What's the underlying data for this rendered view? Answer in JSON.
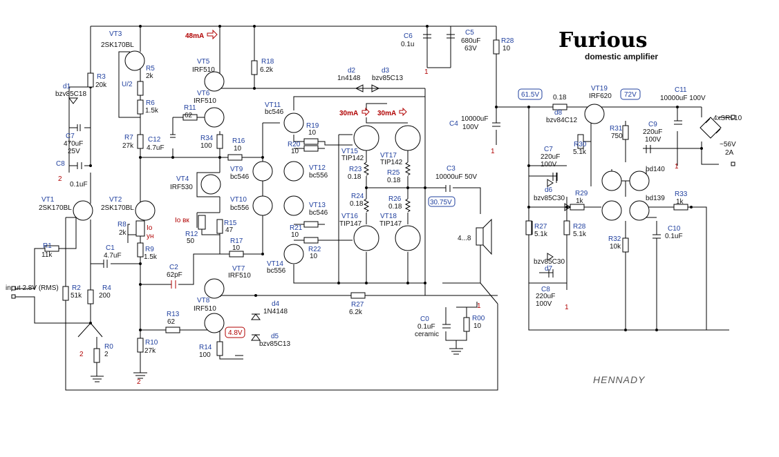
{
  "title": "Furious",
  "subtitle": "domestic amplifier",
  "author": "HENNADY",
  "transistors": {
    "VT1": {
      "label": "VT1",
      "value": "2SK170BL"
    },
    "VT2": {
      "label": "VT2",
      "value": "2SK170BL"
    },
    "VT3": {
      "label": "VT3",
      "value": "2SK170BL"
    },
    "VT4": {
      "label": "VT4",
      "value": "IRF530"
    },
    "VT5": {
      "label": "VT5",
      "value": "IRF510"
    },
    "VT6": {
      "label": "VT6",
      "value": "IRF510"
    },
    "VT7": {
      "label": "VT7",
      "value": "IRF510"
    },
    "VT8": {
      "label": "VT8",
      "value": "IRF510"
    },
    "VT9": {
      "label": "VT9",
      "value": "bc546"
    },
    "VT10": {
      "label": "VT10",
      "value": "bc556"
    },
    "VT11": {
      "label": "VT11",
      "value": "bc546"
    },
    "VT12": {
      "label": "VT12",
      "value": "bc556"
    },
    "VT13": {
      "label": "VT13",
      "value": "bc546"
    },
    "VT14": {
      "label": "VT14",
      "value": "bc556"
    },
    "VT15": {
      "label": "VT15",
      "value": "TIP142"
    },
    "VT16": {
      "label": "VT16",
      "value": "TIP147"
    },
    "VT17": {
      "label": "VT17",
      "value": "TIP142"
    },
    "VT18": {
      "label": "VT18",
      "value": "TIP147"
    },
    "VT19": {
      "label": "VT19",
      "value": "IRF620"
    },
    "bd140": {
      "label": "bd140"
    },
    "bd139": {
      "label": "bd139"
    }
  },
  "resistors": {
    "R0": {
      "label": "R0",
      "value": "2"
    },
    "R00": {
      "label": "R00",
      "value": "10"
    },
    "R1": {
      "label": "R1",
      "value": "11k"
    },
    "R2": {
      "label": "R2",
      "value": "51k"
    },
    "R3": {
      "label": "R3",
      "value": "20k"
    },
    "R4": {
      "label": "R4",
      "value": "200"
    },
    "R5": {
      "label": "R5",
      "value": "2k"
    },
    "R6": {
      "label": "R6",
      "value": "1.5k"
    },
    "R7": {
      "label": "R7",
      "value": "27k"
    },
    "R8": {
      "label": "R8",
      "value": "2k"
    },
    "R9": {
      "label": "R9",
      "value": "1.5k"
    },
    "R10": {
      "label": "R10",
      "value": "27k"
    },
    "R11": {
      "label": "R11",
      "value": "62"
    },
    "R12": {
      "label": "R12",
      "value": "50"
    },
    "R13": {
      "label": "R13",
      "value": "62"
    },
    "R14": {
      "label": "R14",
      "value": "100"
    },
    "R15": {
      "label": "R15",
      "value": "47"
    },
    "R16": {
      "label": "R16",
      "value": "10"
    },
    "R17": {
      "label": "R17",
      "value": "10"
    },
    "R18": {
      "label": "R18",
      "value": "6.2k"
    },
    "R19": {
      "label": "R19",
      "value": "10"
    },
    "R20": {
      "label": "R20",
      "value": "10"
    },
    "R21": {
      "label": "R21",
      "value": "10"
    },
    "R22": {
      "label": "R22",
      "value": "10"
    },
    "R23": {
      "label": "R23",
      "value": "0.18"
    },
    "R24": {
      "label": "R24",
      "value": "0.18"
    },
    "R25": {
      "label": "R25",
      "value": "0.18"
    },
    "R26": {
      "label": "R26",
      "value": "0.18"
    },
    "R27a": {
      "label": "R27",
      "value": "6.2k"
    },
    "R27b": {
      "label": "R27",
      "value": "5.1k"
    },
    "R28a": {
      "label": "R28",
      "value": "10"
    },
    "R28b": {
      "label": "R28",
      "value": "5.1k"
    },
    "R29": {
      "label": "R29",
      "value": "1k"
    },
    "R30": {
      "label": "R30",
      "value": "5.1k"
    },
    "R31": {
      "label": "R31",
      "value": "750"
    },
    "R32": {
      "label": "R32",
      "value": "10k"
    },
    "R33": {
      "label": "R33",
      "value": "1k"
    },
    "R34": {
      "label": "R34",
      "value": "100"
    },
    "Rshunt": {
      "value": "0.18"
    }
  },
  "capacitors": {
    "C0": {
      "label": "C0",
      "value": "0.1uF",
      "note": "ceramic"
    },
    "C1": {
      "label": "C1",
      "value": "4.7uF"
    },
    "C2": {
      "label": "C2",
      "value": "62pF"
    },
    "C3": {
      "label": "C3",
      "value": "10000uF 50V"
    },
    "C4": {
      "label": "C4",
      "value": "10000uF",
      "volt": "100V"
    },
    "C5": {
      "label": "C5",
      "value": "680uF",
      "volt": "63V"
    },
    "C6": {
      "label": "C6",
      "value": "0.1u"
    },
    "C7a": {
      "label": "C7",
      "value": "470uF",
      "volt": "25V"
    },
    "C7b": {
      "label": "C7",
      "value": "220uF",
      "volt": "100V"
    },
    "C8a": {
      "label": "C8",
      "value": "0.1uF"
    },
    "C8b": {
      "label": "C8",
      "value": "220uF",
      "volt": "100V"
    },
    "C9": {
      "label": "C9",
      "value": "220uF",
      "volt": "100V"
    },
    "C10": {
      "label": "C10",
      "value": "0.1uF"
    },
    "C11": {
      "label": "C11",
      "value": "10000uF 100V"
    },
    "C12": {
      "label": "C12",
      "value": "4.7uF"
    }
  },
  "diodes": {
    "d1": {
      "label": "d1",
      "value": "bzv85C18"
    },
    "d2": {
      "label": "d2",
      "value": "1n4148"
    },
    "d3": {
      "label": "d3",
      "value": "bzv85C13"
    },
    "d4": {
      "label": "d4",
      "value": "1N4148"
    },
    "d5": {
      "label": "d5",
      "value": "bzv85C13"
    },
    "d6": {
      "label": "d6",
      "value": "bzv85C30"
    },
    "d7": {
      "label": "d7",
      "value": "bzv85C30"
    },
    "d8": {
      "label": "d8",
      "value": "bzv84C12"
    },
    "bridge": {
      "value": "4xSR510"
    }
  },
  "annotations": {
    "i48": "48mA",
    "i30a": "30mA",
    "i30b": "30mA",
    "v61": "61.5V",
    "v72": "72V",
    "v30": "30.75V",
    "v48": "4.8V",
    "io_yh_1": "Io",
    "io_yh_2": "ун",
    "io_bk": "Io вк",
    "u2": "U/2",
    "input": "input 2.8V (RMS)",
    "speaker": "4...8",
    "supply_v": "~56V",
    "supply_a": "2A",
    "gnd1": "1",
    "gnd2": "2"
  }
}
